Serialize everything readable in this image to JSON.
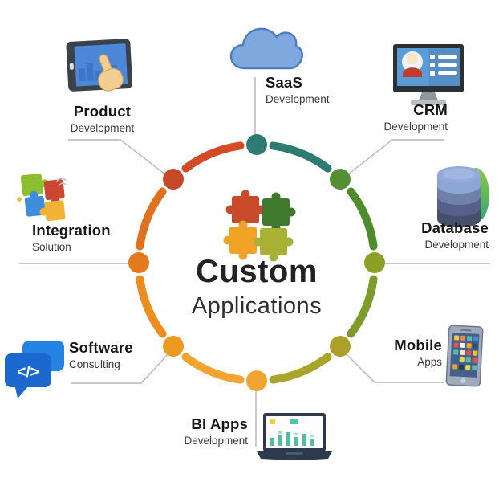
{
  "center": {
    "title": "Custom",
    "subtitle": "Applications",
    "icon": "puzzle-pieces-icon",
    "puzzle_colors": [
      "#C94A28",
      "#3F7A2C",
      "#F0A327",
      "#A9B134"
    ]
  },
  "items": [
    {
      "id": "saas",
      "label": "SaaS",
      "sublabel": "Development",
      "icon": "cloud-icon"
    },
    {
      "id": "crm",
      "label": "CRM",
      "sublabel": "Development",
      "icon": "crm-monitor-icon"
    },
    {
      "id": "database",
      "label": "Database",
      "sublabel": "Development",
      "icon": "database-cylinder-icon"
    },
    {
      "id": "mobile",
      "label": "Mobile",
      "sublabel": "Apps",
      "icon": "smartphone-apps-icon"
    },
    {
      "id": "biapps",
      "label": "BI Apps",
      "sublabel": "Development",
      "icon": "laptop-chart-icon"
    },
    {
      "id": "software",
      "label": "Software",
      "sublabel": "Consulting",
      "icon": "code-chat-bubbles-icon"
    },
    {
      "id": "integration",
      "label": "Integration",
      "sublabel": "Solution",
      "icon": "integration-puzzle-icon"
    },
    {
      "id": "product",
      "label": "Product",
      "sublabel": "Development",
      "icon": "tablet-touch-icon"
    }
  ],
  "ring": {
    "segments": [
      {
        "name": "top-to-topright",
        "color": "#2E7B72"
      },
      {
        "name": "topright-to-right",
        "color": "#4F8C2D"
      },
      {
        "name": "right-to-bottomright",
        "color": "#7E9C2B"
      },
      {
        "name": "bottomright-to-bottom",
        "color": "#A9A42C"
      },
      {
        "name": "bottom-to-bottomleft",
        "color": "#F2A431"
      },
      {
        "name": "bottomleft-to-left",
        "color": "#EE8C1E"
      },
      {
        "name": "left-to-topleft",
        "color": "#E0711E"
      },
      {
        "name": "topleft-to-top",
        "color": "#D14B27"
      }
    ],
    "nodes": [
      {
        "name": "top",
        "color": "#2E7B72"
      },
      {
        "name": "top-right",
        "color": "#568E33"
      },
      {
        "name": "right",
        "color": "#8CA028"
      },
      {
        "name": "bottom-right",
        "color": "#ADA02A"
      },
      {
        "name": "bottom",
        "color": "#F2A431"
      },
      {
        "name": "bottom-left",
        "color": "#EE9A21"
      },
      {
        "name": "left",
        "color": "#E2791C"
      },
      {
        "name": "top-left",
        "color": "#C8492A"
      }
    ],
    "connector_color": "#B5B5B5"
  },
  "glyphs": {
    "code": "</>"
  }
}
